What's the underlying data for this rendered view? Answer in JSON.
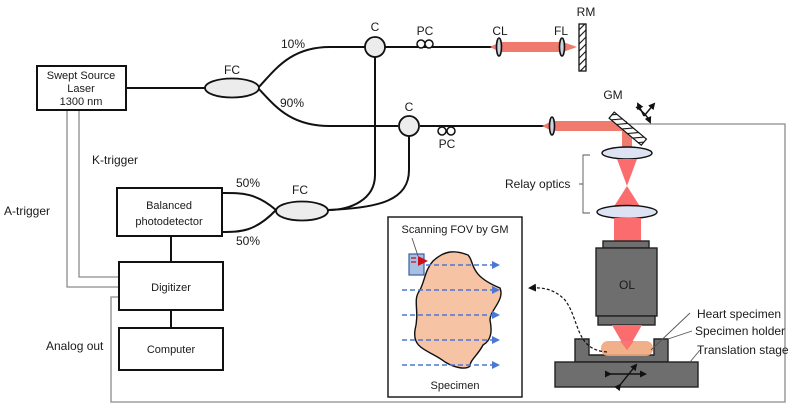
{
  "title": "Swept-source OCT system schematic",
  "components": {
    "laser": {
      "line1": "Swept Source",
      "line2": "Laser",
      "line3": "1300 nm"
    },
    "balanced_detector": {
      "line1": "Balanced",
      "line2": "photodetector"
    },
    "digitizer": "Digitizer",
    "computer": "Computer"
  },
  "labels": {
    "fc_main": "FC",
    "fc_detect": "FC",
    "split_10": "10%",
    "split_90": "90%",
    "split_50_top": "50%",
    "split_50_bottom": "50%",
    "circulator_ref": "C",
    "circulator_sample": "C",
    "pc_ref": "PC",
    "pc_sample": "PC",
    "cl": "CL",
    "fl": "FL",
    "rm": "RM",
    "gm": "GM",
    "relay_optics": "Relay optics",
    "ol": "OL",
    "k_trigger": "K-trigger",
    "a_trigger": "A-trigger",
    "analog_out": "Analog out",
    "heart_specimen": "Heart specimen",
    "specimen_holder": "Specimen holder",
    "translation_stage": "Translation stage"
  },
  "inset": {
    "title": "Scanning FOV by GM",
    "caption": "Specimen",
    "scan_lines": 5
  },
  "colors": {
    "beam": "#ee7b6d",
    "beam_bright": "#fb6c6f",
    "specimen": "#f6c3a4",
    "scan_arrow": "#4a78d4",
    "fov_box": "#a8bfe4",
    "fov_marker": "#c8101e",
    "hardware": "#6e6e6e"
  }
}
